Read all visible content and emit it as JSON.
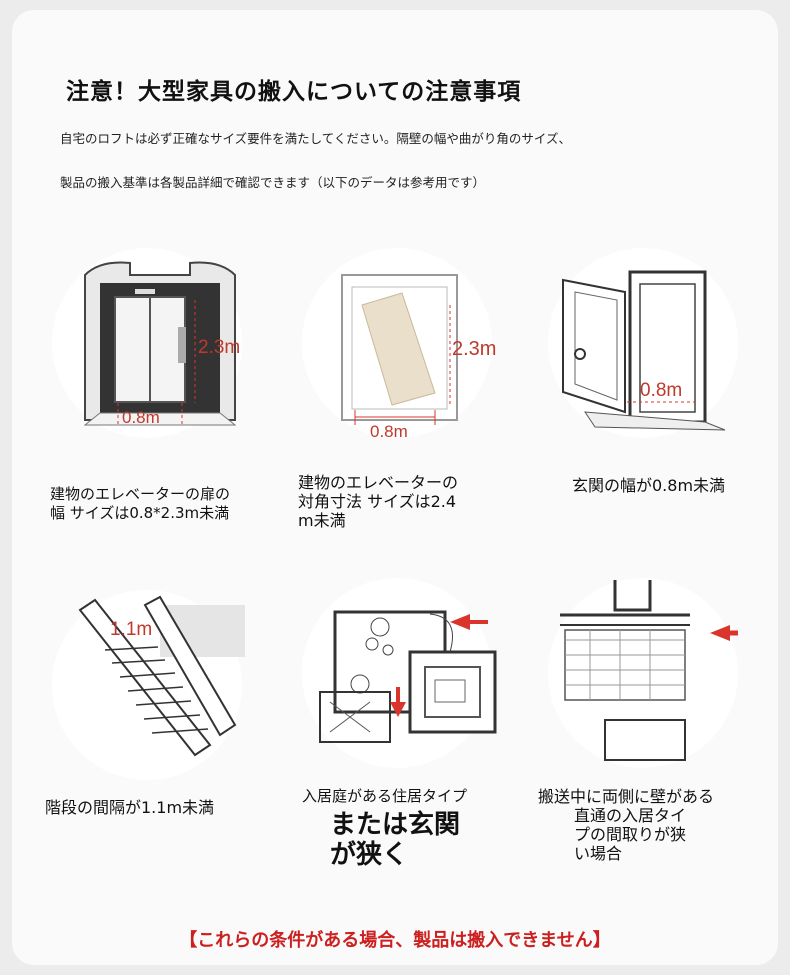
{
  "title": "注意！大型家具の搬入についての注意事項",
  "intro": [
    "自宅のロフトは必ず正確なサイズ要件を満たしてください。隔壁の幅や曲がり角のサイズ、",
    "製品の搬入基準は各製品詳細で確認できます（以下のデータは参考用です）"
  ],
  "items": [
    {
      "caption": [
        "建物のエレベーターの扉の",
        "幅 サイズは0.8*2.3m未満"
      ],
      "labels": {
        "height": "2.3m",
        "width": "0.8m"
      },
      "icon": "elevator-door-icon"
    },
    {
      "caption": [
        "建物のエレベーターの",
        "対角寸法 サイズは2.4",
        "m未満"
      ],
      "labels": {
        "height": "2.3m",
        "width": "0.8m"
      },
      "icon": "elevator-diagonal-icon"
    },
    {
      "caption": [
        "玄関の幅が0.8m未満"
      ],
      "labels": {
        "width": "0.8m"
      },
      "icon": "entrance-door-icon"
    },
    {
      "caption": [
        "階段の間隔が1.1m未満"
      ],
      "labels": {
        "width": "1.1m"
      },
      "icon": "staircase-icon"
    },
    {
      "caption": [
        "入居庭がある住居タイプ"
      ],
      "caption_big": [
        "または玄関",
        "が狭く"
      ],
      "icon": "courtyard-floorplan-icon"
    },
    {
      "caption": [
        "搬送中に両側に壁がある",
        "直通の入居タイ",
        "プの間取りが狭",
        "い場合"
      ],
      "icon": "corridor-floorplan-icon"
    }
  ],
  "warning": "【これらの条件がある場合、製品は搬入できません】",
  "colors": {
    "accent_red": "#d9352c",
    "warning_red": "#cc1f1f"
  }
}
